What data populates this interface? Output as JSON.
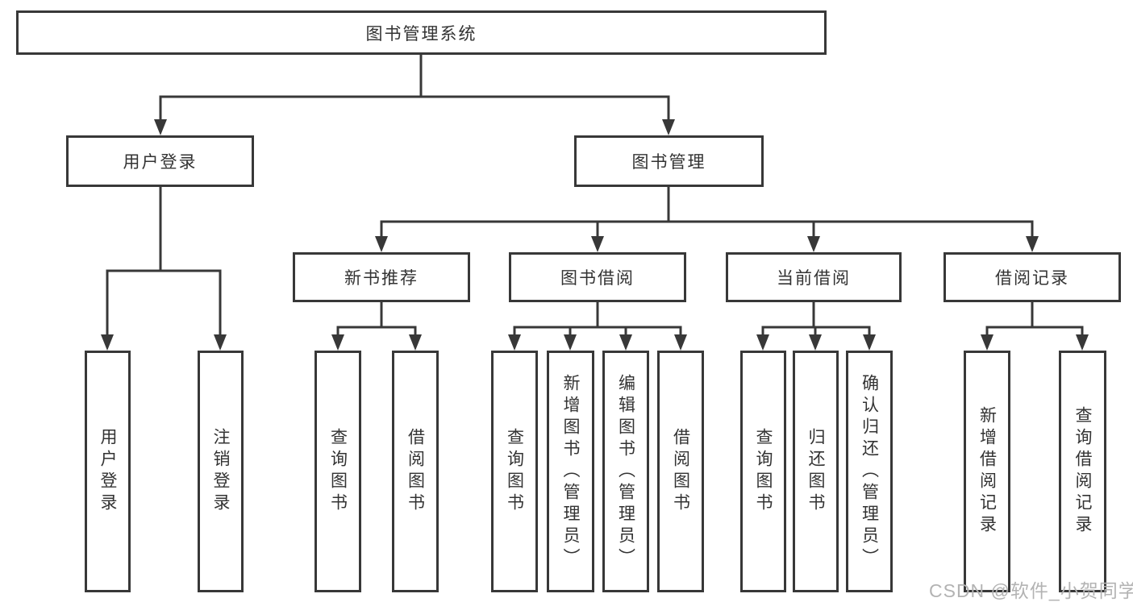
{
  "root": {
    "label": "图书管理系统"
  },
  "branches": [
    {
      "label": "用户登录",
      "children": [
        {
          "label": "用户登录"
        },
        {
          "label": "注销登录"
        }
      ]
    },
    {
      "label": "图书管理",
      "children": [
        {
          "label": "新书推荐",
          "children": [
            {
              "label": "查询图书"
            },
            {
              "label": "借阅图书"
            }
          ]
        },
        {
          "label": "图书借阅",
          "children": [
            {
              "label": "查询图书"
            },
            {
              "label": "新增图书（管理员）"
            },
            {
              "label": "编辑图书（管理员）"
            },
            {
              "label": "借阅图书"
            }
          ]
        },
        {
          "label": "当前借阅",
          "children": [
            {
              "label": "查询图书"
            },
            {
              "label": "归还图书"
            },
            {
              "label": "确认归还（管理员）"
            }
          ]
        },
        {
          "label": "借阅记录",
          "children": [
            {
              "label": "新增借阅记录"
            },
            {
              "label": "查询借阅记录"
            }
          ]
        }
      ]
    }
  ],
  "watermark": "CSDN @软件_小贺同学",
  "colors": {
    "line": "#383838",
    "text": "#333333",
    "watermark": "#b3b3b3"
  }
}
